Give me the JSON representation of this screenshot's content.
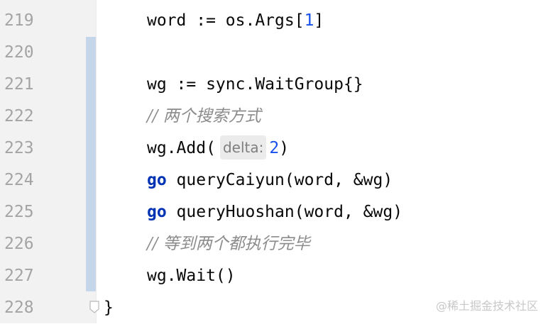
{
  "colors": {
    "gutter_bg": "#f2f2f2",
    "change_marker": "#c5d6ea",
    "keyword": "#0033b3",
    "number": "#1750eb",
    "comment": "#8c8c8c",
    "text": "#080808",
    "line_number": "#a4a4a4"
  },
  "icons": {
    "fold": "fold-end-icon"
  },
  "lines": [
    {
      "number": "219",
      "t1": "word := os.Args[",
      "n1": "1",
      "t2": "]"
    },
    {
      "number": "220"
    },
    {
      "number": "221",
      "t1": "wg := sync.WaitGroup{}"
    },
    {
      "number": "222",
      "c1": "// 两个搜索方式"
    },
    {
      "number": "223",
      "t1": "wg.Add(",
      "hint": "delta:",
      "n1": "2",
      "t2": ")"
    },
    {
      "number": "224",
      "k1": "go",
      "t1": " queryCaiyun(word, &wg)"
    },
    {
      "number": "225",
      "k1": "go",
      "t1": " queryHuoshan(word, &wg)"
    },
    {
      "number": "226",
      "c1": "// 等到两个都执行完毕"
    },
    {
      "number": "227",
      "t1": "wg.Wait()"
    },
    {
      "number": "228",
      "t1": "}"
    }
  ],
  "watermark": "@稀土掘金技术社区"
}
